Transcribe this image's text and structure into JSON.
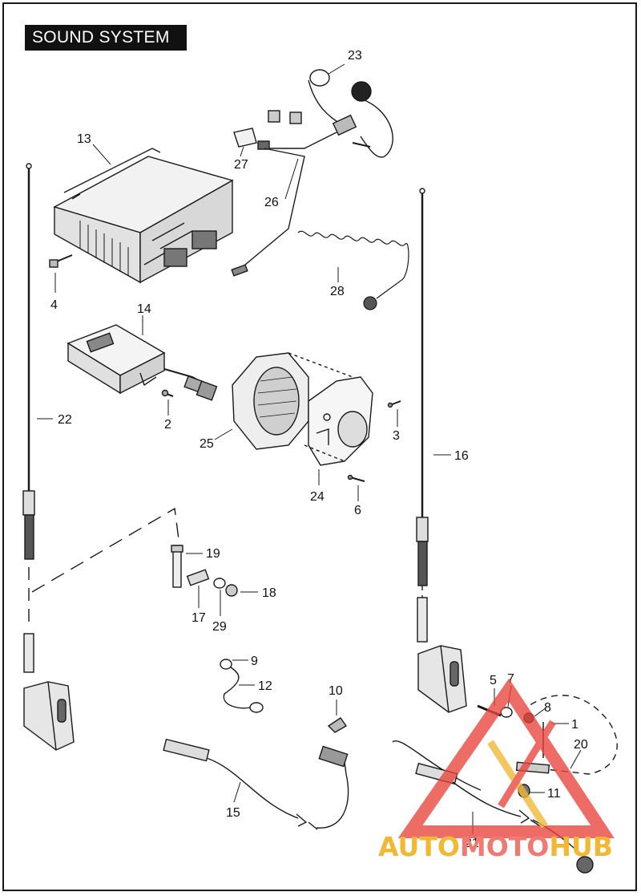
{
  "title": "SOUND SYSTEM",
  "callouts": {
    "c1": "1",
    "c2": "2",
    "c3": "3",
    "c4": "4",
    "c5": "5",
    "c6": "6",
    "c7": "7",
    "c8": "8",
    "c9": "9",
    "c10": "10",
    "c11": "11",
    "c12": "12",
    "c13": "13",
    "c14": "14",
    "c15": "15",
    "c16": "16",
    "c17": "17",
    "c18": "18",
    "c19": "19",
    "c20": "20",
    "c21": "21",
    "c22": "22",
    "c23": "23",
    "c24": "24",
    "c25": "25",
    "c26": "26",
    "c27": "27",
    "c28": "28",
    "c29": "29"
  },
  "watermark": {
    "auto": "AUTO",
    "moto": "MOTO",
    "hub": "HUB",
    "colors": {
      "yellow": "#f2b733",
      "red": "#e8433a"
    }
  },
  "colors": {
    "line": "#1a1a1a",
    "part_fill": "#e6e6e6",
    "dark_fill": "#4a4a4a"
  }
}
